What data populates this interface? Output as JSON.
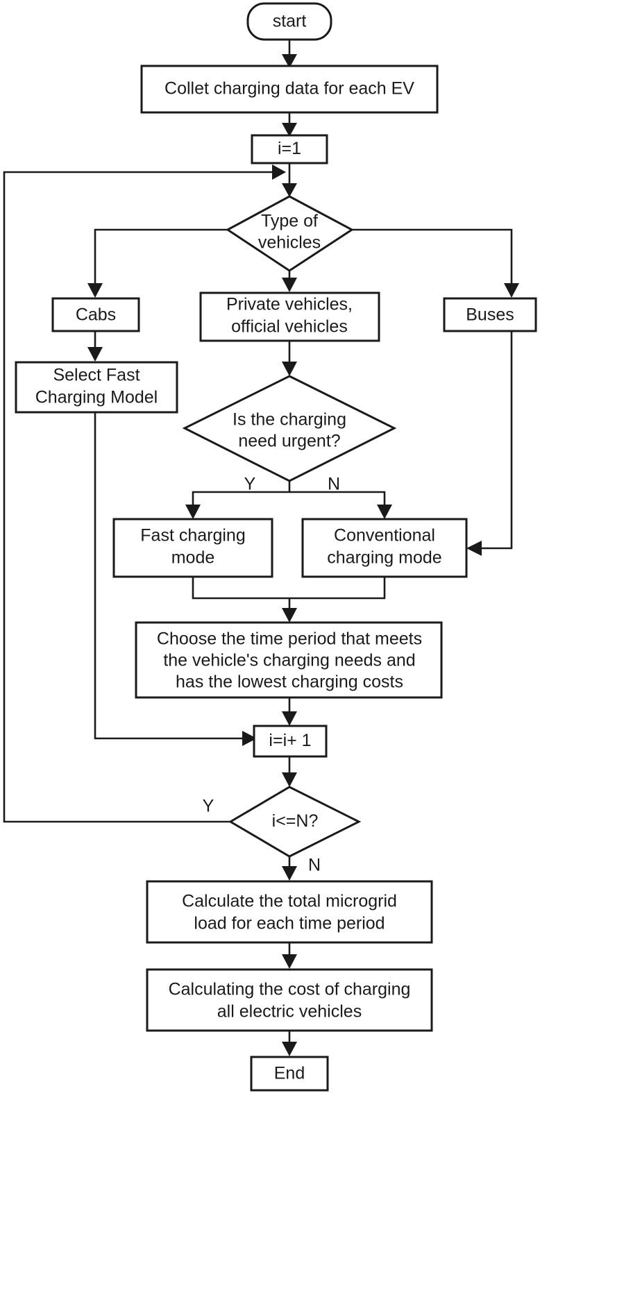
{
  "diagram": {
    "title": "EV charging load flowchart",
    "type": "flowchart",
    "colors": {
      "stroke": "#1a1a1a",
      "fill": "#ffffff",
      "background": "#ffffff"
    },
    "nodes": {
      "start": {
        "label": "start",
        "shape": "rounded-rectangle"
      },
      "collect": {
        "label": "Collet charging data for each EV",
        "shape": "rectangle"
      },
      "init": {
        "label": "i=1",
        "label_parts": [
          "i",
          "=1"
        ],
        "shape": "rectangle"
      },
      "type_of_vehicles": {
        "label_line1": "Type of",
        "label_line2": "vehicles",
        "shape": "diamond"
      },
      "cabs": {
        "label": "Cabs",
        "shape": "rectangle"
      },
      "private": {
        "label_line1": "Private vehicles,",
        "label_line2": "official vehicles",
        "shape": "rectangle"
      },
      "buses": {
        "label": "Buses",
        "shape": "rectangle"
      },
      "select_fast": {
        "label_line1": "Select Fast",
        "label_line2": "Charging Model",
        "shape": "rectangle"
      },
      "urgent": {
        "label_line1": "Is the charging",
        "label_line2": "need urgent?",
        "shape": "diamond"
      },
      "fast_mode": {
        "label_line1": "Fast charging",
        "label_line2": "mode",
        "shape": "rectangle"
      },
      "conventional_mode": {
        "label_line1": "Conventional",
        "label_line2": "charging mode",
        "shape": "rectangle"
      },
      "choose_period": {
        "label_line1": "Choose the time period that meets",
        "label_line2": "the vehicle's charging needs and",
        "label_line3": "has the lowest charging costs",
        "shape": "rectangle"
      },
      "increment": {
        "label": "i=i+1",
        "label_parts": [
          "i",
          "=",
          "i",
          "+ 1"
        ],
        "shape": "rectangle"
      },
      "loop_check": {
        "label": "i<=N?",
        "label_parts": [
          "i",
          "<=",
          "N",
          "?"
        ],
        "shape": "diamond"
      },
      "calc_load": {
        "label_line1": "Calculate the total microgrid",
        "label_line2": "load for each time period",
        "shape": "rectangle"
      },
      "calc_cost": {
        "label_line1": "Calculating the cost of charging",
        "label_line2": "all electric vehicles",
        "shape": "rectangle"
      },
      "end": {
        "label": "End",
        "shape": "rectangle"
      }
    },
    "edge_labels": {
      "urgent_yes": "Y",
      "urgent_no": "N",
      "loop_yes": "Y",
      "loop_no": "N"
    }
  }
}
